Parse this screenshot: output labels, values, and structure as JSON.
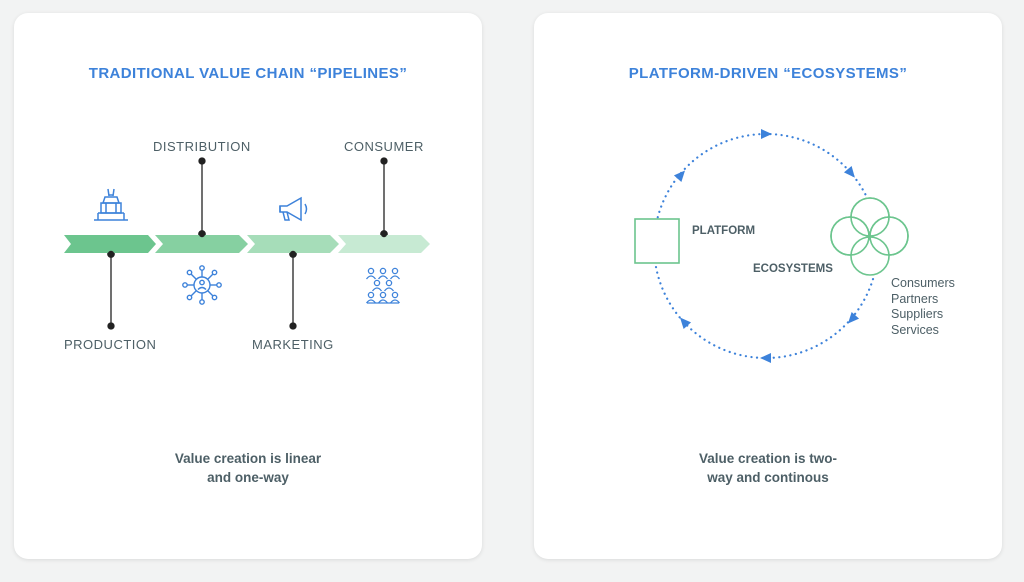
{
  "pipeline": {
    "title": "TRADITIONAL VALUE CHAIN “PIPELINES”",
    "stages": {
      "distribution": "DISTRIBUTION",
      "consumer": "CONSUMER",
      "production": "PRODUCTION",
      "marketing": "MARKETING"
    },
    "caption": "Value creation is linear\nand one-way"
  },
  "ecosystem": {
    "title": "PLATFORM-DRIVEN “ECOSYSTEMS”",
    "platform_label": "PLATFORM",
    "ecosystems_label": "ECOSYSTEMS",
    "members": [
      "Consumers",
      "Partners",
      "Suppliers",
      "Services"
    ],
    "caption": "Value creation is two-\nway and continous"
  },
  "colors": {
    "title": "#3d82da",
    "text": "#4d5f66",
    "green": "#6cc58e",
    "dotted": "#3d82da"
  }
}
